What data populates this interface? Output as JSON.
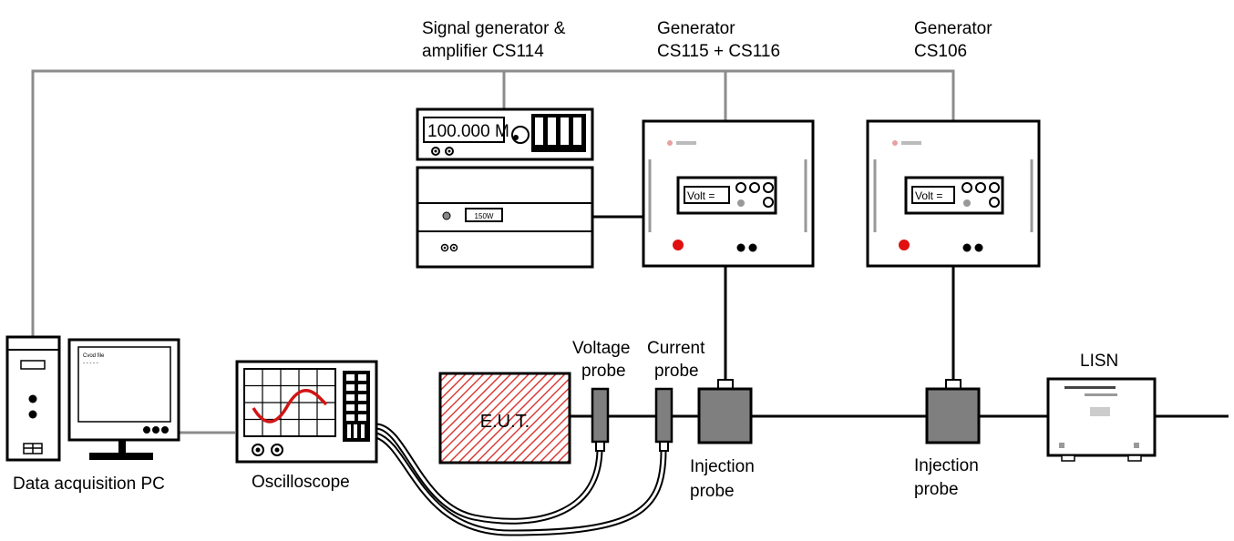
{
  "labels": {
    "sig_gen_line1": "Signal generator &",
    "sig_gen_line2": "amplifier CS114",
    "gen115_line1": "Generator",
    "gen115_line2": "CS115 + CS116",
    "gen106_line1": "Generator",
    "gen106_line2": "CS106",
    "pc": "Data acquisition PC",
    "oscilloscope": "Oscilloscope",
    "voltage_probe_line1": "Voltage",
    "voltage_probe_line2": "probe",
    "current_probe_line1": "Current",
    "current_probe_line2": "probe",
    "injection1_line1": "Injection",
    "injection1_line2": "probe",
    "injection2_line1": "Injection",
    "injection2_line2": "probe",
    "lisn": "LISN",
    "eut": "E.U.T."
  },
  "devices": {
    "sig_gen_display": "100.000 M",
    "amplifier_power": "150W",
    "gen115_display": "Volt =",
    "gen106_display": "Volt =",
    "pc_screen_line1": "Cvod file",
    "pc_screen_line2": "- - - - -"
  },
  "colors": {
    "control_wire": "#8c8c8c",
    "signal_wire": "#000000",
    "probe_fill": "#7f7f7f",
    "eut_hatch": "#d9403a",
    "waveform": "#d11414",
    "indicator_red": "#e01010"
  }
}
